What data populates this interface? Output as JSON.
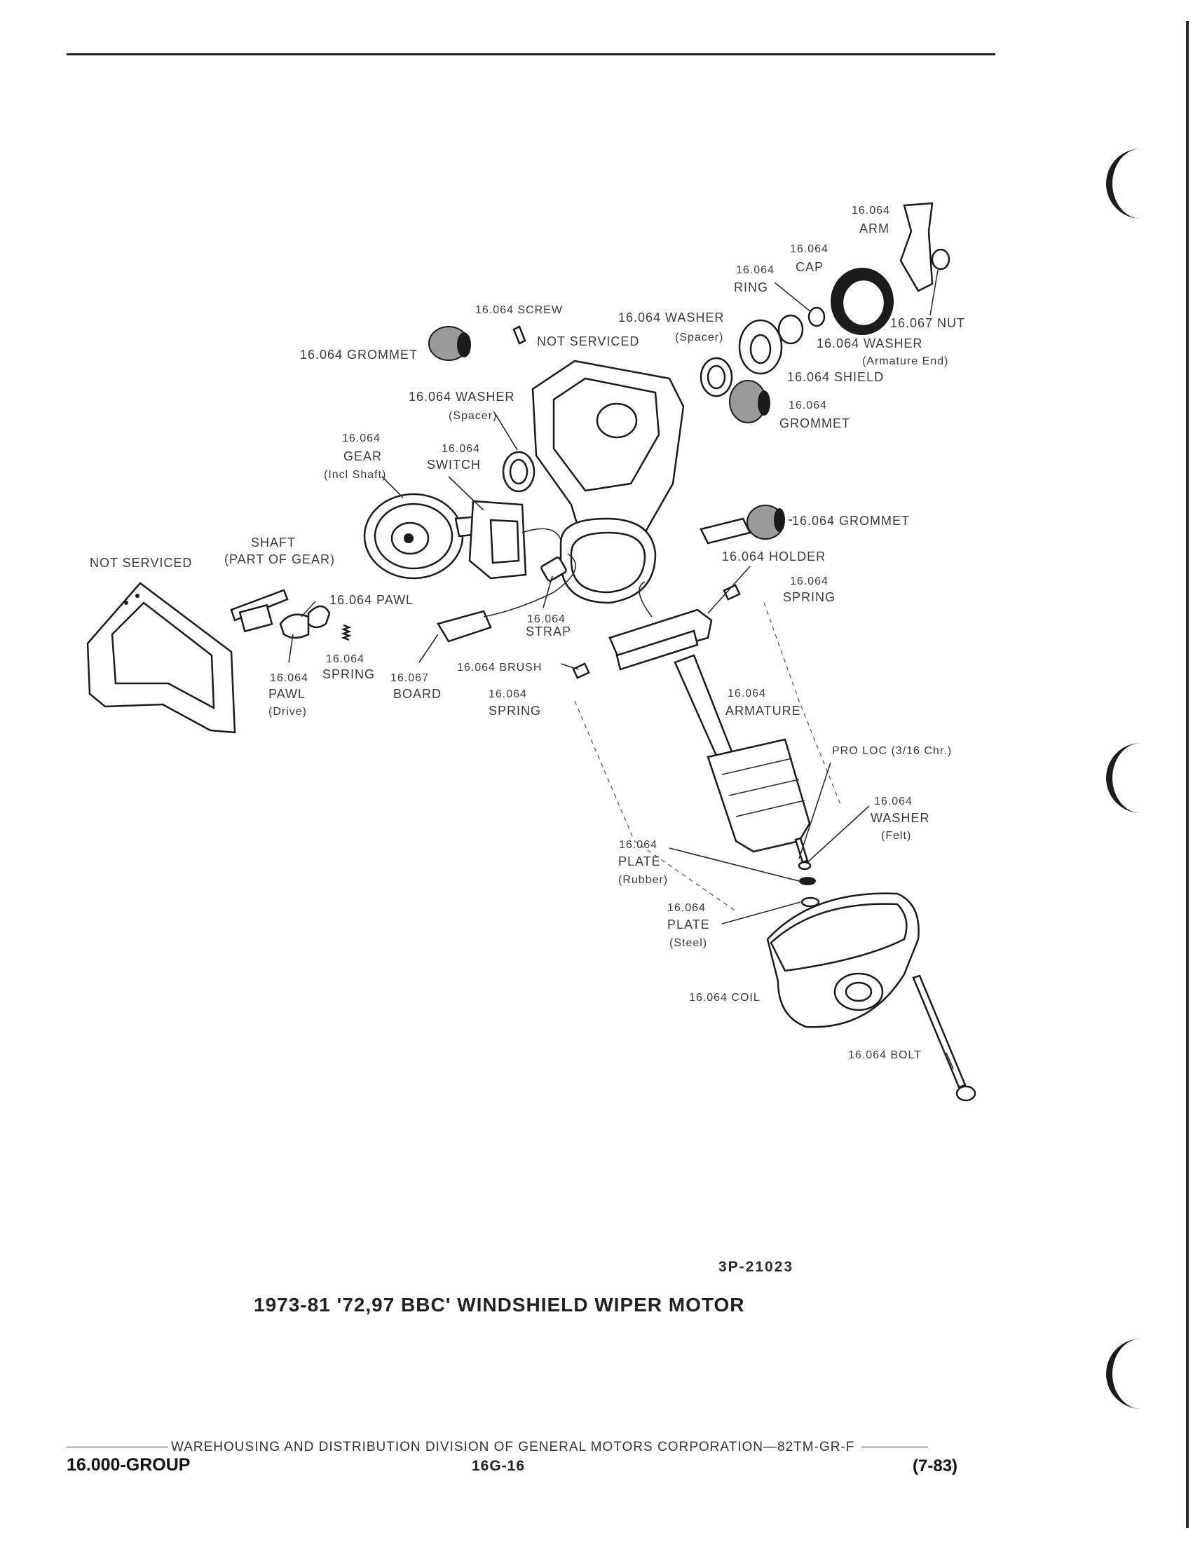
{
  "labels": {
    "arm_num": "16.064",
    "arm": "ARM",
    "cap_num": "16.064",
    "cap": "CAP",
    "ring_num": "16.064",
    "ring": "RING",
    "nut": "16.067 NUT",
    "washer_arm_end": "16.064 WASHER",
    "washer_arm_end_note": "(Armature End)",
    "shield": "16.064 SHIELD",
    "grommet_r_num": "16.064",
    "grommet_r": "GROMMET",
    "screw": "16.064 SCREW",
    "washer_spacer_top": "16.064 WASHER",
    "washer_spacer_top_note": "(Spacer)",
    "not_serviced_top": "NOT SERVICED",
    "grommet_l": "16.064 GROMMET",
    "washer_spacer_l": "16.064 WASHER",
    "washer_spacer_l_note": "(Spacer)",
    "gear_num": "16.064",
    "gear": "GEAR",
    "gear_note": "(Incl Shaft)",
    "switch_num": "16.064",
    "switch": "SWITCH",
    "grommet_mid": "16.064 GROMMET",
    "shaft": "SHAFT",
    "shaft_note": "(PART OF GEAR)",
    "not_serviced_left": "NOT SERVICED",
    "pawl": "16.064 PAWL",
    "holder": "16.064 HOLDER",
    "spring_r_num": "16.064",
    "spring_r": "SPRING",
    "strap_num": "16.064",
    "strap": "STRAP",
    "spring_l_num": "16.064",
    "spring_l": "SPRING",
    "pawl_drive_num": "16.064",
    "pawl_drive": "PAWL",
    "pawl_drive_note": "(Drive)",
    "board_num": "16.067",
    "board": "BOARD",
    "brush": "16.064 BRUSH",
    "spring_b_num": "16.064",
    "spring_b": "SPRING",
    "armature_num": "16.064",
    "armature": "ARMATURE",
    "proloc": "PRO LOC (3/16 Chr.)",
    "washer_felt_num": "16.064",
    "washer_felt": "WASHER",
    "washer_felt_note": "(Felt)",
    "plate_rubber_num": "16.064",
    "plate_rubber": "PLATE",
    "plate_rubber_note": "(Rubber)",
    "plate_steel_num": "16.064",
    "plate_steel": "PLATE",
    "plate_steel_note": "(Steel)",
    "coil": "16.064 COIL",
    "bolt": "16.064 BOLT"
  },
  "figure_code": "3P-21023",
  "caption": "1973-81 '72,97 BBC' WINDSHIELD WIPER MOTOR",
  "footer": {
    "publisher": "WAREHOUSING AND DISTRIBUTION  DIVISION OF GENERAL MOTORS CORPORATION—82TM-GR-F",
    "group": "16.000-GROUP",
    "page": "16G-16",
    "date": "(7-83)"
  }
}
